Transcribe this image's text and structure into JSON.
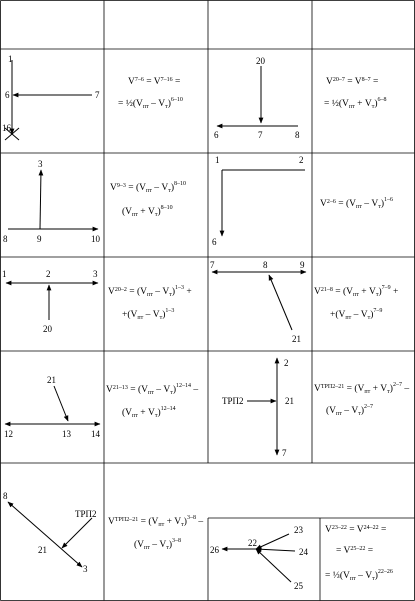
{
  "diagrams": {
    "d1": [
      "1",
      "6",
      "7",
      "16"
    ],
    "d2": [
      "20",
      "6",
      "7",
      "8"
    ],
    "d3": [
      "3",
      "8",
      "9",
      "10"
    ],
    "d4": [
      "1",
      "2",
      "6"
    ],
    "d5": [
      "1",
      "2",
      "3",
      "20"
    ],
    "d6": [
      "7",
      "8",
      "9",
      "21"
    ],
    "d7": [
      "21",
      "12",
      "13",
      "14"
    ],
    "d8": [
      "2",
      "ТРП2",
      "21",
      "7"
    ],
    "d9": [
      "8",
      "ТРП2",
      "21",
      "3"
    ],
    "d10": [
      "23",
      "26",
      "22",
      "24",
      "25"
    ]
  },
  "formulas": {
    "f1": {
      "l1a": "V",
      "l1b": "7–6",
      "l1c": " = V",
      "l1d": "7–16",
      "l1e": " =",
      "l2": "= ½(V",
      "l2s1": "пт",
      "l2m": " – V",
      "l2s2": "т",
      "l2e": ")",
      "l2x": "6–10"
    },
    "f2": {
      "l1a": "V",
      "l1b": "20–7",
      "l1c": " = V",
      "l1d": "8–7",
      "l1e": " =",
      "l2": "= ½(V",
      "l2s1": "пт",
      "l2m": " + V",
      "l2s2": "т",
      "l2e": ")",
      "l2x": "6–8"
    },
    "f3": {
      "l1a": "V",
      "l1b": "9–3",
      "l1c": " = (V",
      "l1s": "пт",
      "l1d": " – V",
      "l1t": "т",
      "l1e": ")",
      "l1x": "8–10",
      "l2": "(V",
      "l2s1": "пт",
      "l2m": " + V",
      "l2s2": "т",
      "l2e": ")",
      "l2x": "8–10"
    },
    "f4": {
      "l1a": "V",
      "l1b": "2–6",
      "l1c": " = (V",
      "l1s": "пт",
      "l1d": " – V",
      "l1t": "т",
      "l1e": ")",
      "l1x": "1–6"
    },
    "f5": {
      "l1a": "V",
      "l1b": "20–2",
      "l1c": " = (V",
      "l1s": "пт",
      "l1d": " – V",
      "l1t": "т",
      "l1e": ")",
      "l1x": "1–3",
      "l1f": " +",
      "l2": "+(V",
      "l2s1": "пт",
      "l2m": " – V",
      "l2s2": "т",
      "l2e": ")",
      "l2x": "1–3"
    },
    "f6": {
      "l1a": "V",
      "l1b": "21–8",
      "l1c": " = (V",
      "l1s": "пт",
      "l1d": " + V",
      "l1t": "т",
      "l1e": ")",
      "l1x": "7–9",
      "l1f": " +",
      "l2": "+(V",
      "l2s1": "пт",
      "l2m": " – V",
      "l2s2": "т",
      "l2e": ")",
      "l2x": "7–9"
    },
    "f7": {
      "l1a": "V",
      "l1b": "21–13",
      "l1c": " = (V",
      "l1s": "пт",
      "l1d": " – V",
      "l1t": "т",
      "l1e": ")",
      "l1x": "12–14",
      "l1f": " –",
      "l2": "(V",
      "l2s1": "пт",
      "l2m": " + V",
      "l2s2": "т",
      "l2e": ")",
      "l2x": "12–14"
    },
    "f8": {
      "l1a": "V",
      "l1b": "ТРП2–21",
      "l1c": " = (V",
      "l1s": "пт",
      "l1d": " + V",
      "l1t": "т",
      "l1e": ")",
      "l1x": "2–7",
      "l1f": " –",
      "l2": "(V",
      "l2s1": "пт",
      "l2m": " – V",
      "l2s2": "т",
      "l2e": ")",
      "l2x": "2–7"
    },
    "f9": {
      "l1a": "V",
      "l1b": "ТРП2–21",
      "l1c": " = (V",
      "l1s": "пт",
      "l1d": " + V",
      "l1t": "т",
      "l1e": ")",
      "l1x": "3–8",
      "l1f": " –",
      "l2": "(V",
      "l2s1": "пт",
      "l2m": " – V",
      "l2s2": "т",
      "l2e": ")",
      "l2x": "3–8"
    },
    "f10": {
      "l1a": "V",
      "l1b": "23–22",
      "l1c": " = V",
      "l1d": "24–22",
      "l1e": " =",
      "l2a": "= V",
      "l2b": "25–22",
      "l2c": " =",
      "l3": "= ⅓(V",
      "l3s1": "пт",
      "l3m": " – V",
      "l3s2": "т",
      "l3e": ")",
      "l3x": "22–26"
    }
  }
}
